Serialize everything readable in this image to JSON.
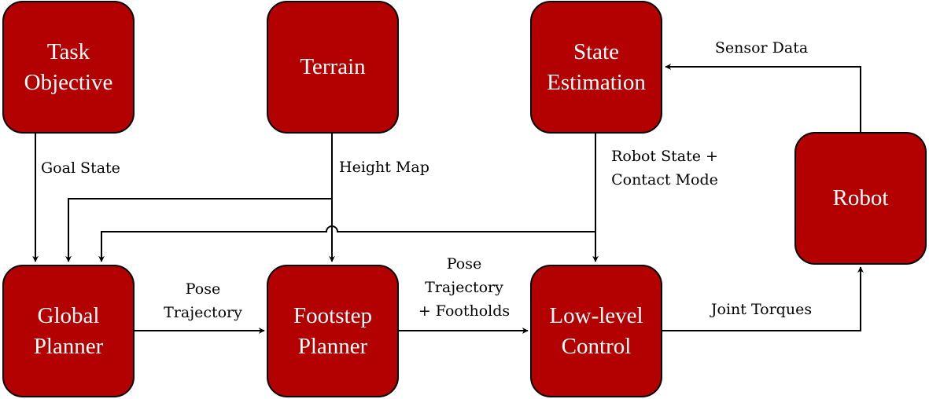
{
  "colors": {
    "box_fill": "#b30000",
    "box_border": "#000000",
    "box_text": "#ffffff",
    "edge": "#000000"
  },
  "nodes": {
    "task_objective": [
      "Task",
      "Objective"
    ],
    "terrain": [
      "Terrain"
    ],
    "state_estimation": [
      "State",
      "Estimation"
    ],
    "robot": [
      "Robot"
    ],
    "global_planner": [
      "Global",
      "Planner"
    ],
    "footstep_planner": [
      "Footstep",
      "Planner"
    ],
    "low_level_control": [
      "Low-level",
      "Control"
    ]
  },
  "edges": {
    "goal_state": [
      "Goal State"
    ],
    "height_map": [
      "Height Map"
    ],
    "robot_state": [
      "Robot State +",
      "Contact Mode"
    ],
    "sensor_data": [
      "Sensor Data"
    ],
    "pose_trajectory": [
      "Pose",
      "Trajectory"
    ],
    "pose_trajectory_footholds": [
      "Pose",
      "Trajectory",
      "+ Footholds"
    ],
    "joint_torques": [
      "Joint Torques"
    ]
  }
}
